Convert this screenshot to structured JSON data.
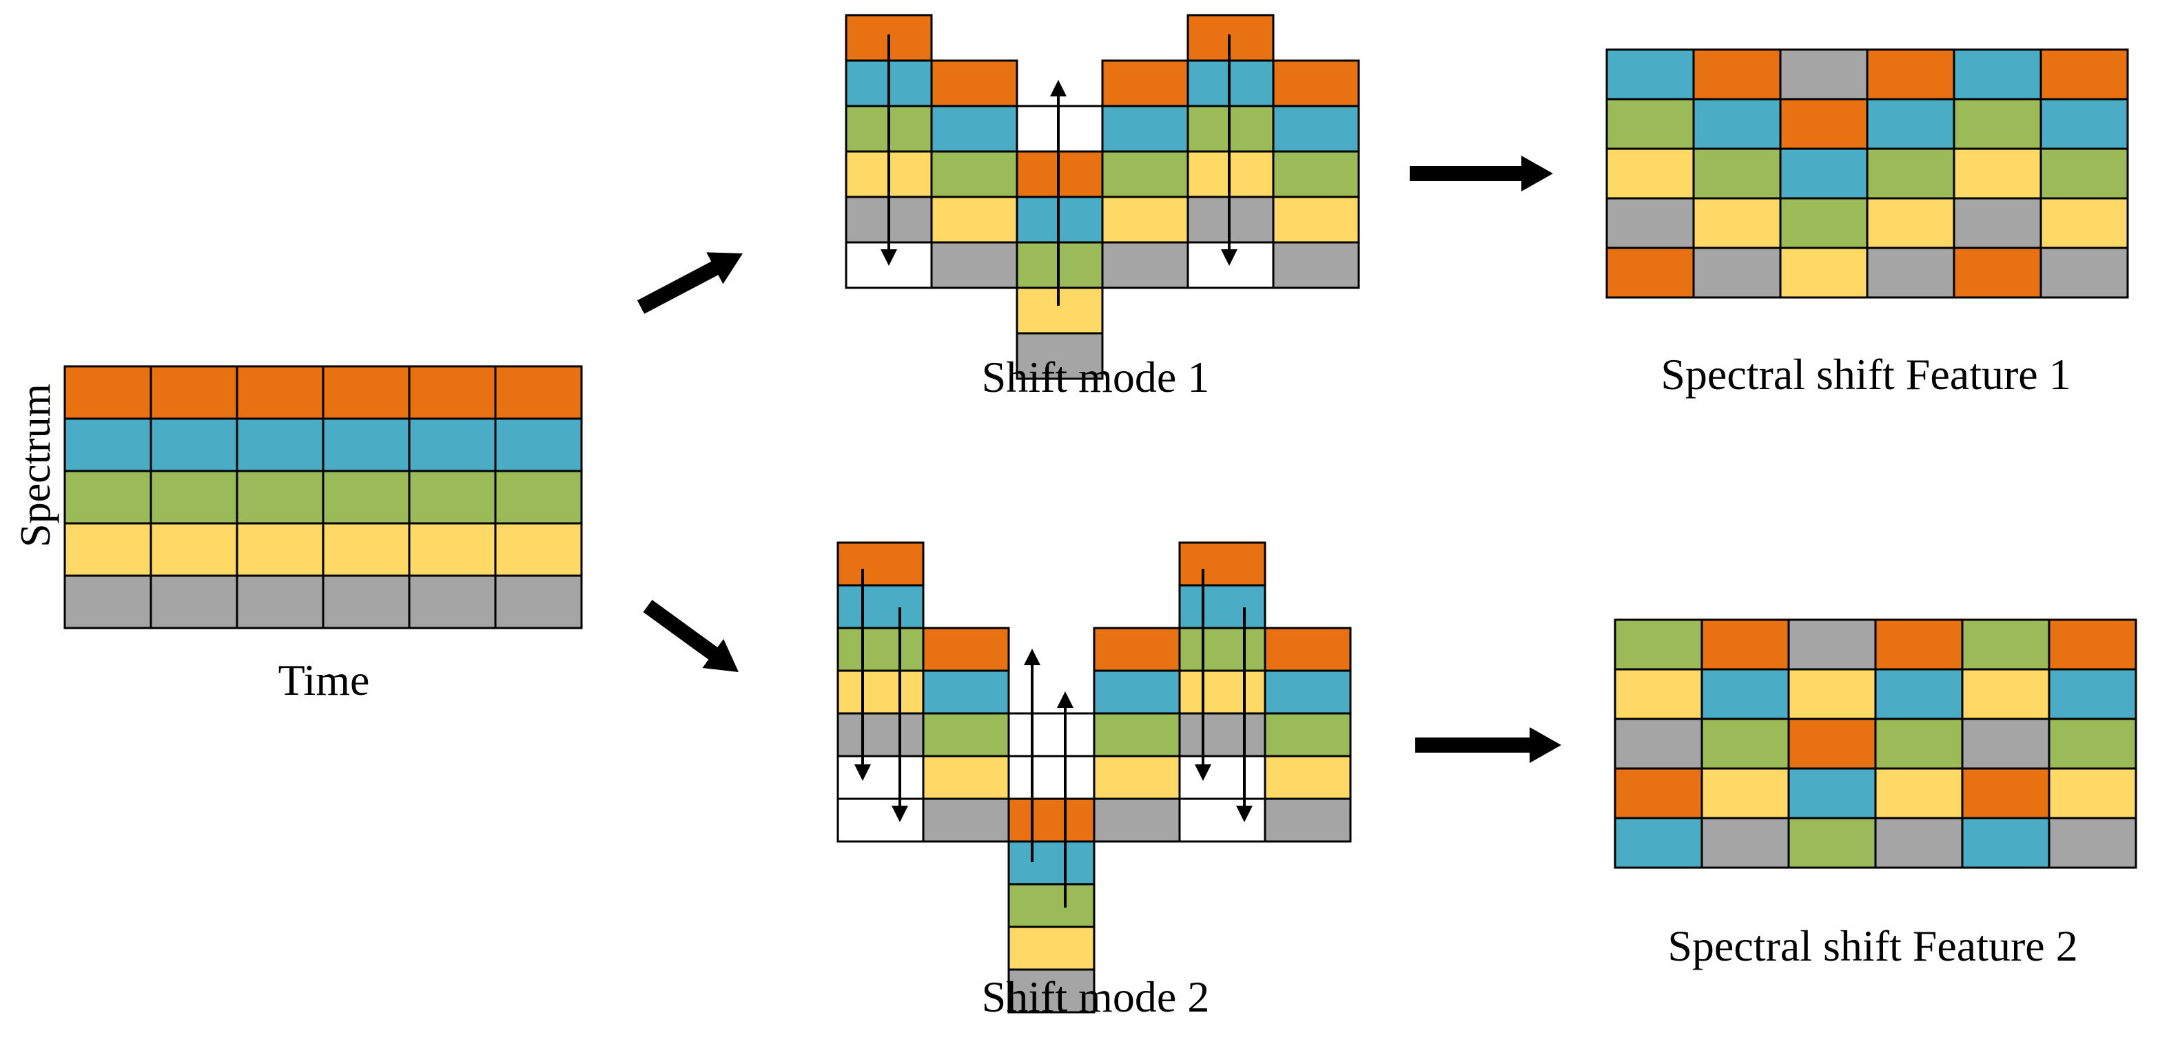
{
  "colors": {
    "orange": "#E87212",
    "blue": "#4BACC6",
    "green": "#9BBB59",
    "yellow": "#FFD966",
    "gray": "#A5A5A5",
    "white": "#FFFFFF",
    "border": "#000000"
  },
  "labels": {
    "spectrum": "Spectrum",
    "time": "Time",
    "shift_mode_1": "Shift mode 1",
    "shift_mode_2": "Shift mode 2",
    "feature_1": "Spectral shift Feature 1",
    "feature_2": "Spectral shift Feature 2"
  },
  "input_grid": {
    "rows": [
      [
        "orange",
        "orange",
        "orange",
        "orange",
        "orange",
        "orange"
      ],
      [
        "blue",
        "blue",
        "blue",
        "blue",
        "blue",
        "blue"
      ],
      [
        "green",
        "green",
        "green",
        "green",
        "green",
        "green"
      ],
      [
        "yellow",
        "yellow",
        "yellow",
        "yellow",
        "yellow",
        "yellow"
      ],
      [
        "gray",
        "gray",
        "gray",
        "gray",
        "gray",
        "gray"
      ]
    ]
  },
  "shift_mode_1": {
    "shift_per_column": [
      -1,
      0,
      1,
      0,
      -1,
      0
    ],
    "columns": [
      [
        "orange",
        "blue",
        "green",
        "yellow",
        "gray",
        "white"
      ],
      [
        "orange",
        "blue",
        "green",
        "yellow",
        "gray"
      ],
      [
        "white",
        "orange",
        "blue",
        "green",
        "yellow",
        "gray"
      ],
      [
        "orange",
        "blue",
        "green",
        "yellow",
        "gray"
      ],
      [
        "orange",
        "blue",
        "green",
        "yellow",
        "gray",
        "white"
      ],
      [
        "orange",
        "blue",
        "green",
        "yellow",
        "gray"
      ]
    ]
  },
  "shift_mode_2": {
    "shift_per_column": [
      -2,
      0,
      2,
      0,
      -2,
      0
    ],
    "columns": [
      [
        "orange",
        "blue",
        "green",
        "yellow",
        "gray",
        "white",
        "white"
      ],
      [
        "orange",
        "blue",
        "green",
        "yellow",
        "gray"
      ],
      [
        "white",
        "white",
        "orange",
        "blue",
        "green",
        "yellow",
        "gray"
      ],
      [
        "orange",
        "blue",
        "green",
        "yellow",
        "gray"
      ],
      [
        "orange",
        "blue",
        "green",
        "yellow",
        "gray",
        "white",
        "white"
      ],
      [
        "orange",
        "blue",
        "green",
        "yellow",
        "gray"
      ]
    ]
  },
  "feature_1": {
    "rows": [
      [
        "blue",
        "orange",
        "gray",
        "orange",
        "blue",
        "orange"
      ],
      [
        "green",
        "blue",
        "orange",
        "blue",
        "green",
        "blue"
      ],
      [
        "yellow",
        "green",
        "blue",
        "green",
        "yellow",
        "green"
      ],
      [
        "gray",
        "yellow",
        "green",
        "yellow",
        "gray",
        "yellow"
      ],
      [
        "orange",
        "gray",
        "yellow",
        "gray",
        "orange",
        "gray"
      ]
    ]
  },
  "feature_2": {
    "rows": [
      [
        "green",
        "orange",
        "gray",
        "orange",
        "green",
        "orange"
      ],
      [
        "yellow",
        "blue",
        "yellow",
        "blue",
        "yellow",
        "blue"
      ],
      [
        "gray",
        "green",
        "orange",
        "green",
        "gray",
        "green"
      ],
      [
        "orange",
        "yellow",
        "blue",
        "yellow",
        "orange",
        "yellow"
      ],
      [
        "blue",
        "gray",
        "green",
        "gray",
        "blue",
        "gray"
      ]
    ]
  }
}
